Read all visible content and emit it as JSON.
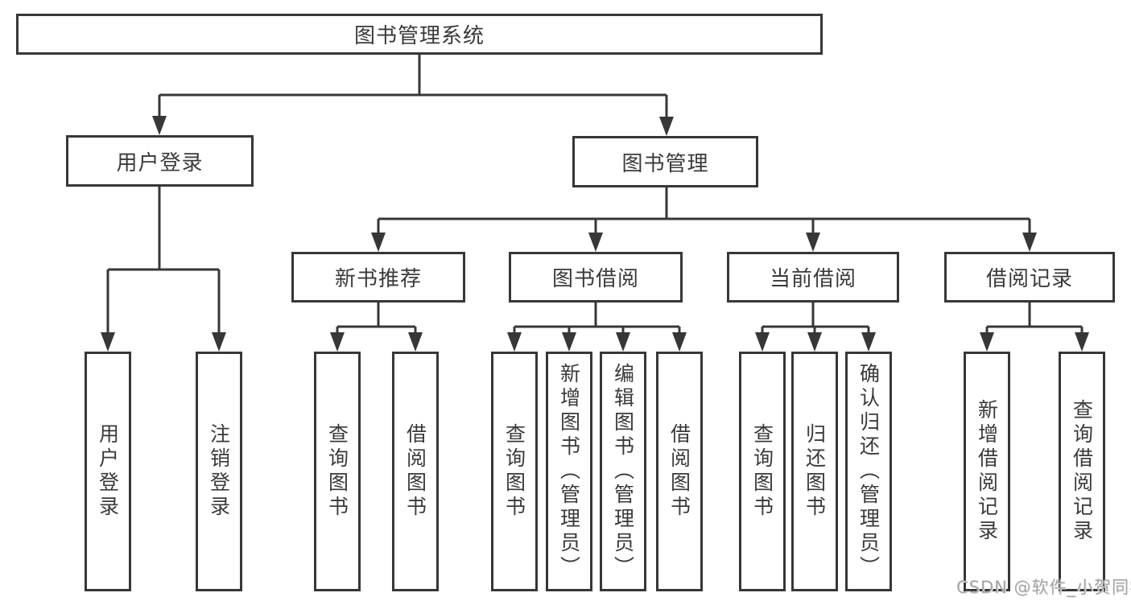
{
  "tree": {
    "root": "图书管理系统",
    "branches": [
      {
        "label": "用户登录",
        "children": [
          "用户登录",
          "注销登录"
        ]
      },
      {
        "label": "图书管理",
        "sections": [
          {
            "label": "新书推荐",
            "children": [
              "查询图书",
              "借阅图书"
            ]
          },
          {
            "label": "图书借阅",
            "children": [
              "查询图书",
              "新增图书（管理员）",
              "编辑图书（管理员）",
              "借阅图书"
            ]
          },
          {
            "label": "当前借阅",
            "children": [
              "查询图书",
              "归还图书",
              "确认归还（管理员）"
            ]
          },
          {
            "label": "借阅记录",
            "children": [
              "新增借阅记录",
              "查询借阅记录"
            ]
          }
        ]
      }
    ]
  },
  "watermark": "CSDN @软件_小贺同学",
  "colors": {
    "line": "#373737",
    "border": "#373737",
    "text": "#3a3a3c",
    "watermark": "#a6a6a6",
    "background": "#ffffff"
  }
}
